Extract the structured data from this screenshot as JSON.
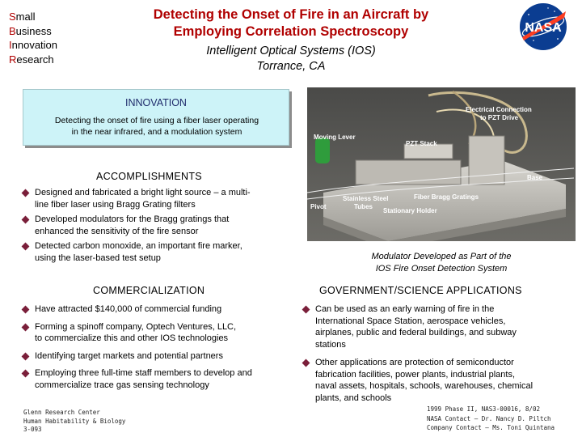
{
  "sbir": {
    "lines": [
      {
        "cap": "S",
        "rest": "mall"
      },
      {
        "cap": "B",
        "rest": "usiness"
      },
      {
        "cap": "I",
        "rest": "nnovation"
      },
      {
        "cap": "R",
        "rest": "esearch"
      }
    ]
  },
  "header": {
    "title_line1": "Detecting the Onset of Fire in an Aircraft by",
    "title_line2": "Employing Correlation Spectroscopy",
    "company": "Intelligent Optical Systems (IOS)",
    "location": "Torrance, CA"
  },
  "logo": {
    "text": "NASA"
  },
  "innovation": {
    "heading": "INNOVATION",
    "text_line1": "Detecting the onset of fire using a fiber laser operating",
    "text_line2": "in the near infrared, and a modulation system"
  },
  "accomplishments": {
    "heading": "ACCOMPLISHMENTS",
    "items": [
      {
        "l1": "Designed and fabricated a bright light source – a multi-",
        "l2": "line fiber laser using Bragg Grating filters"
      },
      {
        "l1": "Developed modulators for the Bragg gratings that",
        "l2": "enhanced the sensitivity of the fire sensor"
      },
      {
        "l1": "Detected carbon monoxide, an important fire marker,",
        "l2": "using the laser-based test setup"
      }
    ]
  },
  "photo": {
    "labels": {
      "electrical": [
        "Electrical Connection",
        "to PZT Drive"
      ],
      "moving_lever": "Moving Lever",
      "pzt_stack": "PZT Stack",
      "base": "Base",
      "pivot": "Pivot",
      "stainless": [
        "Stainless Steel",
        "Tubes"
      ],
      "fiber_bragg": "Fiber Bragg Gratings",
      "stationary": "Stationary Holder"
    },
    "caption_line1": "Modulator Developed as Part of the",
    "caption_line2": "IOS Fire Onset Detection System"
  },
  "commercialization": {
    "heading": "COMMERCIALIZATION",
    "items": [
      {
        "l1": "Have attracted $140,000 of commercial funding",
        "l2": ""
      },
      {
        "l1": "Forming a spinoff company, Optech Ventures, LLC,",
        "l2": "to commercialize this and other IOS technologies"
      },
      {
        "l1": "Identifying target markets and potential partners",
        "l2": ""
      },
      {
        "l1": "Employing three full-time staff members to develop and",
        "l2": "commercialize trace gas sensing technology"
      }
    ]
  },
  "government": {
    "heading": "GOVERNMENT/SCIENCE APPLICATIONS",
    "items": [
      {
        "l1": "Can be used as an early warning of fire in the",
        "l2": "International Space Station, aerospace vehicles,",
        "l3": "airplanes, public and federal buildings, and subway",
        "l4": "stations"
      },
      {
        "l1": "Other applications are protection of semiconductor",
        "l2": "fabrication facilities, power plants, industrial plants,",
        "l3": "naval assets, hospitals, schools, warehouses, chemical",
        "l4": "plants, and schools"
      }
    ]
  },
  "footer": {
    "left": [
      "Glenn Research Center",
      "Human Habitability & Biology",
      "3-093"
    ],
    "right": [
      "1999 Phase II, NAS3-00016, 8/02",
      "NASA Contact – Dr. Nancy D. Piltch",
      "Company Contact – Ms. Toni Quintana"
    ]
  },
  "colors": {
    "title": "#b00000",
    "box_fill": "#cdf3f8",
    "bullet": "#7a1f3a",
    "nasa_blue": "#0b3d91",
    "nasa_red": "#fc3d21"
  }
}
